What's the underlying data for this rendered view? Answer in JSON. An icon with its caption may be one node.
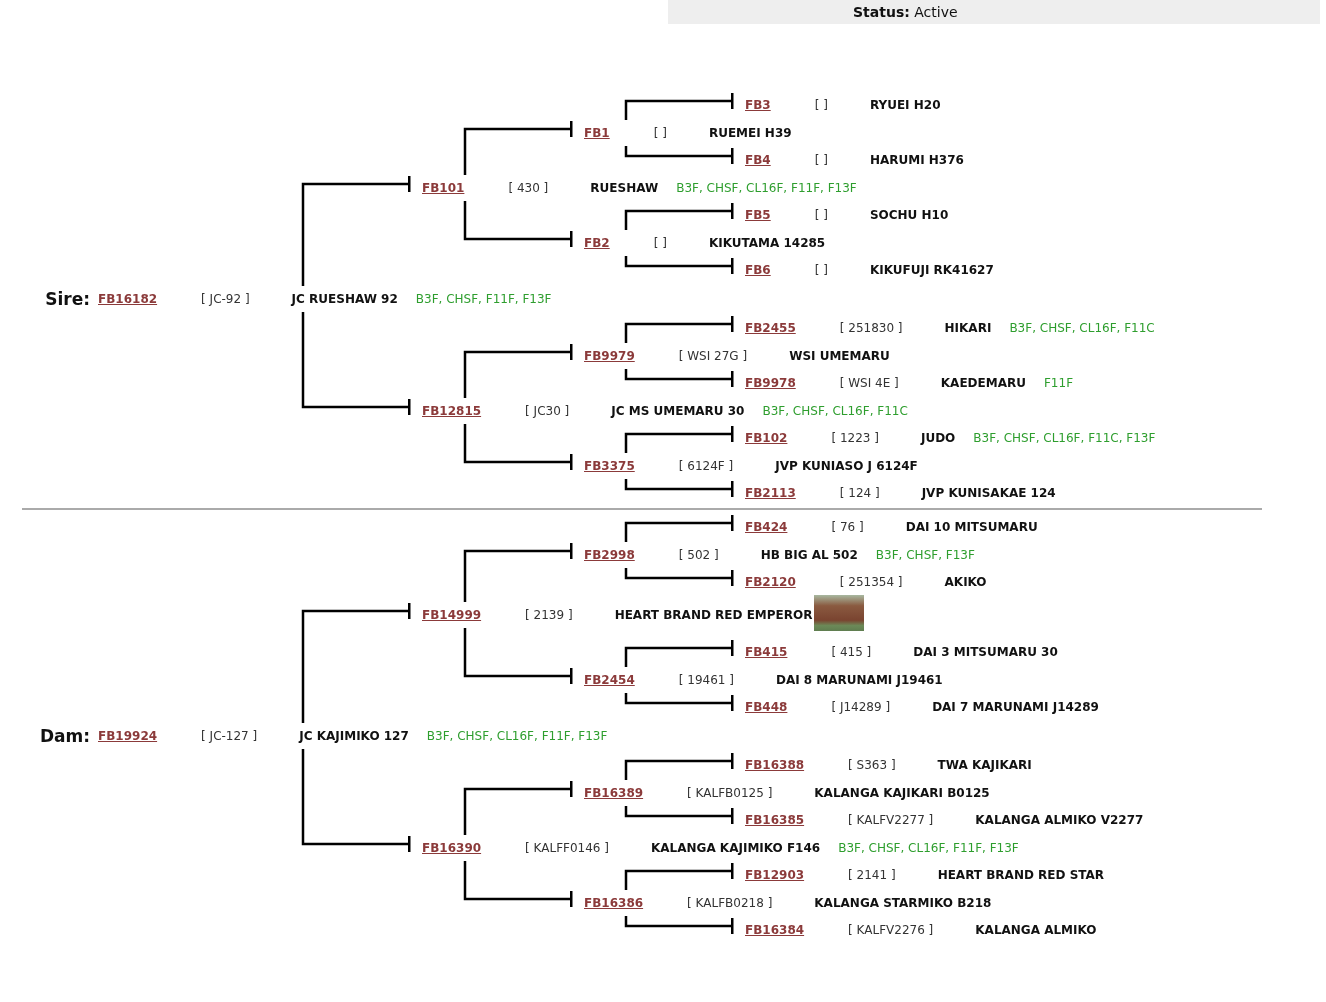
{
  "diagram": {
    "nodes": [
      {
        "text": [
          "FB3",
          "[ ]",
          "RYUEI H20"
        ]
      },
      {
        "text": [
          "FB1",
          "[ ]",
          "RUEMEI H39"
        ]
      },
      {
        "text": [
          "FB4",
          "[ ]",
          "HARUMI H376"
        ]
      },
      {
        "text": [
          "FB101",
          "[ 430 ]",
          "RUESHAW",
          "B3F, CHSF, CL16F, F11F, F13F"
        ]
      },
      {
        "text": [
          "FB5",
          "[ ]",
          "SOCHU H10"
        ]
      },
      {
        "text": [
          "FB2",
          "[ ]",
          "KIKUTAMA 14285"
        ]
      },
      {
        "text": [
          "FB6",
          "[ ]",
          "KIKUFUJI RK41627"
        ]
      },
      {
        "text": [
          "FB16182",
          "[ JC-92 ]",
          "JC RUESHAW 92",
          "B3F, CHSF, F11F, F13F"
        ],
        "beside": [
          "Sire:"
        ]
      },
      {
        "text": [
          "FB2455",
          "[ 251830 ]",
          "HIKARI",
          "B3F, CHSF, CL16F, F11C"
        ]
      },
      {
        "text": [
          "FB9979",
          "[ WSI 27G ]",
          "WSI UMEMARU"
        ]
      },
      {
        "text": [
          "FB9978",
          "[ WSI 4E ]",
          "KAEDEMARU",
          "F11F"
        ]
      },
      {
        "text": [
          "FB12815",
          "[ JC30 ]",
          "JC MS UMEMARU 30",
          "B3F, CHSF, CL16F, F11C"
        ]
      },
      {
        "text": [
          "FB102",
          "[ 1223 ]",
          "JUDO",
          "B3F, CHSF, CL16F, F11C, F13F"
        ]
      },
      {
        "text": [
          "FB3375",
          "[ 6124F ]",
          "JVP KUNIASO J 6124F"
        ]
      },
      {
        "text": [
          "FB2113",
          "[ 124 ]",
          "JVP KUNISAKAE 124"
        ]
      },
      {
        "text": [
          "FB424",
          "[ 76 ]",
          "DAI 10 MITSUMARU"
        ]
      },
      {
        "text": [
          "FB2998",
          "[ 502 ]",
          "HB BIG AL 502",
          "B3F, CHSF, F13F"
        ]
      },
      {
        "text": [
          "FB2120",
          "[ 251354 ]",
          "AKIKO"
        ]
      },
      {
        "text": [
          "FB14999",
          "[ 2139 ]",
          "HEART BRAND RED EMPEROR"
        ]
      },
      {
        "text": [
          "FB415",
          "[ 415 ]",
          "DAI 3 MITSUMARU 30"
        ]
      },
      {
        "text": [
          "FB2454",
          "[ 19461 ]",
          "DAI 8 MARUNAMI J19461"
        ]
      },
      {
        "text": [
          "FB448",
          "[ J14289 ]",
          "DAI 7 MARUNAMI J14289"
        ]
      },
      {
        "text": [
          "FB19924",
          "[ JC-127 ]",
          "JC KAJIMIKO 127",
          "B3F, CHSF, CL16F, F11F, F13F"
        ],
        "beside": [
          "Dam:"
        ]
      },
      {
        "text": [
          "FB16388",
          "[ S363 ]",
          "TWA KAJIKARI"
        ]
      },
      {
        "text": [
          "FB16389",
          "[ KALFB0125 ]",
          "KALANGA KAJIKARI B0125"
        ]
      },
      {
        "text": [
          "FB16385",
          "[ KALFV2277 ]",
          "KALANGA ALMIKO V2277"
        ]
      },
      {
        "text": [
          "FB16390",
          "[ KALFF0146 ]",
          "KALANGA KAJIMIKO F146",
          "B3F, CHSF, CL16F, F11F, F13F"
        ]
      },
      {
        "text": [
          "FB12903",
          "[ 2141 ]",
          "HEART BRAND RED STAR"
        ]
      },
      {
        "text": [
          "FB16386",
          "[ KALFB0218 ]",
          "KALANGA STARMIKO B218"
        ]
      },
      {
        "text": [
          "FB16384",
          "[ KALFV2276 ]",
          "KALANGA ALMIKO"
        ]
      }
    ],
    "edges": [
      {
        "from": 7,
        "to": 3,
        "arrow": "other"
      },
      {
        "from": 3,
        "to": 1,
        "arrow": "other"
      },
      {
        "from": 1,
        "to": 0,
        "arrow": "other"
      },
      {
        "from": 1,
        "to": 2,
        "arrow": "other"
      },
      {
        "from": 3,
        "to": 5,
        "arrow": "other"
      },
      {
        "from": 5,
        "to": 4,
        "arrow": "other"
      },
      {
        "from": 5,
        "to": 6,
        "arrow": "other"
      },
      {
        "from": 7,
        "to": 11,
        "arrow": "other"
      },
      {
        "from": 11,
        "to": 9,
        "arrow": "other"
      },
      {
        "from": 9,
        "to": 8,
        "arrow": "other"
      },
      {
        "from": 9,
        "to": 10,
        "arrow": "other"
      },
      {
        "from": 11,
        "to": 13,
        "arrow": "other"
      },
      {
        "from": 13,
        "to": 12,
        "arrow": "other"
      },
      {
        "from": 13,
        "to": 14,
        "arrow": "other"
      },
      {
        "from": 22,
        "to": 18,
        "arrow": "other"
      },
      {
        "from": 18,
        "to": 16,
        "arrow": "other"
      },
      {
        "from": 16,
        "to": 15,
        "arrow": "other"
      },
      {
        "from": 16,
        "to": 17,
        "arrow": "other"
      },
      {
        "from": 18,
        "to": 20,
        "arrow": "other"
      },
      {
        "from": 20,
        "to": 19,
        "arrow": "other"
      },
      {
        "from": 20,
        "to": 21,
        "arrow": "other"
      },
      {
        "from": 22,
        "to": 26,
        "arrow": "other"
      },
      {
        "from": 26,
        "to": 24,
        "arrow": "other"
      },
      {
        "from": 24,
        "to": 23,
        "arrow": "other"
      },
      {
        "from": 24,
        "to": 25,
        "arrow": "other"
      },
      {
        "from": 26,
        "to": 28,
        "arrow": "other"
      },
      {
        "from": 28,
        "to": 27,
        "arrow": "other"
      },
      {
        "from": 28,
        "to": 29,
        "arrow": "other"
      }
    ],
    "labels": [
      "**Status:** Active"
    ]
  }
}
